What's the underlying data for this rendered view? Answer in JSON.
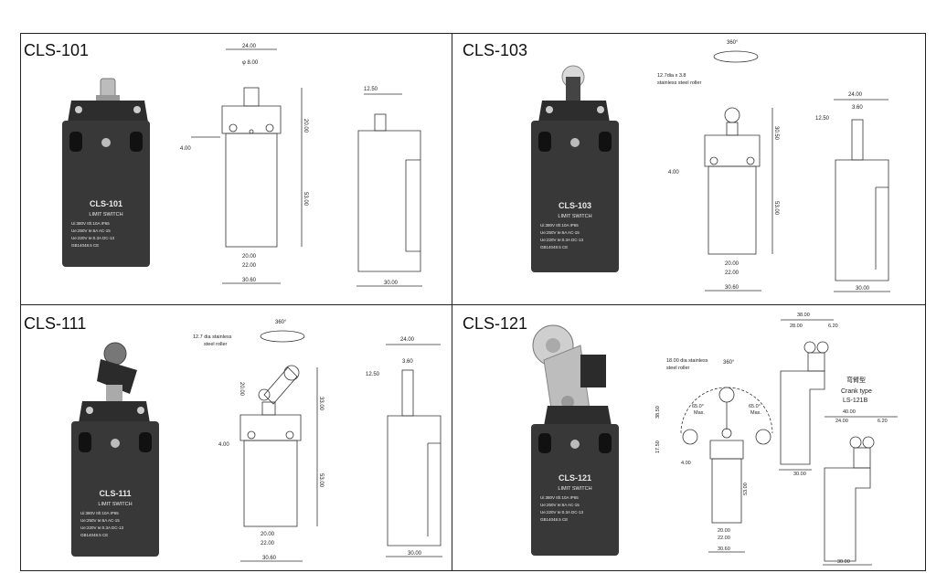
{
  "products": [
    {
      "model": "CLS-101",
      "body_label": "CLS-101",
      "subtitle": "LIMIT SWITCH",
      "spec_lines": [
        "Ui:380V  Ith:10A  IP65",
        "Ue:250V  Ie:6A   AC-15",
        "Ue:220V  Ie:0.3A DC-13",
        "GB14048.5  CE"
      ],
      "dims": {
        "top_width": "24.00",
        "shaft": "φ 8.00",
        "head_h": "20.00",
        "hole": "4.00",
        "body_h": "53.00",
        "inner1": "20.00",
        "inner2": "22.00",
        "base": "30.60",
        "side_w": "12.50",
        "side_base": "30.00"
      }
    },
    {
      "model": "CLS-103",
      "body_label": "CLS-103",
      "subtitle": "LIMIT SWITCH",
      "spec_lines": [
        "Ui:380V  Ith:10A  IP65",
        "Ue:250V  Ie:6A   AC-15",
        "Ue:220V  Ie:0.3A DC-13",
        "GB14048.5  CE"
      ],
      "note_line1": "12.7dia x 3.8",
      "note_line2": "stainless steel roller",
      "rotation": "360°",
      "dims": {
        "top_width": "24.00",
        "inner_w": "3.60",
        "head_h": "30.50",
        "hole": "4.00",
        "body_h": "53.00",
        "inner1": "20.00",
        "inner2": "22.00",
        "base": "30.60",
        "side_w": "12.50",
        "side_base": "30.00"
      }
    },
    {
      "model": "CLS-111",
      "body_label": "CLS-111",
      "subtitle": "LIMIT SWITCH",
      "spec_lines": [
        "Ui:380V  Ith:10A  IP65",
        "Ue:250V  Ie:6A   AC-15",
        "Ue:220V  Ie:0.3A DC-13",
        "GB14048.5  CE"
      ],
      "note_line1": "12.7 dia stainless",
      "note_line2": "steel roller",
      "rotation": "360°",
      "dims": {
        "top_width": "24.00",
        "inner_w": "3.60",
        "head_h": "20.00",
        "arm_h": "33.00",
        "hole": "4.00",
        "body_h": "53.00",
        "inner1": "20.00",
        "inner2": "22.00",
        "base": "30.60",
        "side_w": "12.50",
        "side_base": "30.00"
      }
    },
    {
      "model": "CLS-121",
      "body_label": "CLS-121",
      "subtitle": "LIMIT SWITCH",
      "spec_lines": [
        "Ui:380V  Ith:10A  IP65",
        "Ue:250V  Ie:6A   AC-15",
        "Ue:220V  Ie:0.3A DC-13",
        "GB14048.5  CE"
      ],
      "note_line1": "18.00 dia stainless",
      "note_line2": "steel roller",
      "rotation": "360°",
      "angle1": "65.0°",
      "angle1_sub": "Max.",
      "angle2": "65.0°",
      "angle2_sub": "Max.",
      "crank_cn": "弯臂型",
      "crank_en": "Crank type",
      "crank_model": "LS-121B",
      "dims": {
        "arm_h": "38.50",
        "hole": "4.00",
        "side_h": "17.50",
        "body_h": "53.00",
        "inner1": "20.00",
        "inner2": "22.00",
        "base": "30.60",
        "top1": "38.00",
        "top2": "28.00",
        "top3": "6.20",
        "crank_w": "40.00",
        "crank_a": "24.00",
        "crank_b": "6.20",
        "side_base": "30.00",
        "side_base2": "30.00"
      }
    }
  ]
}
